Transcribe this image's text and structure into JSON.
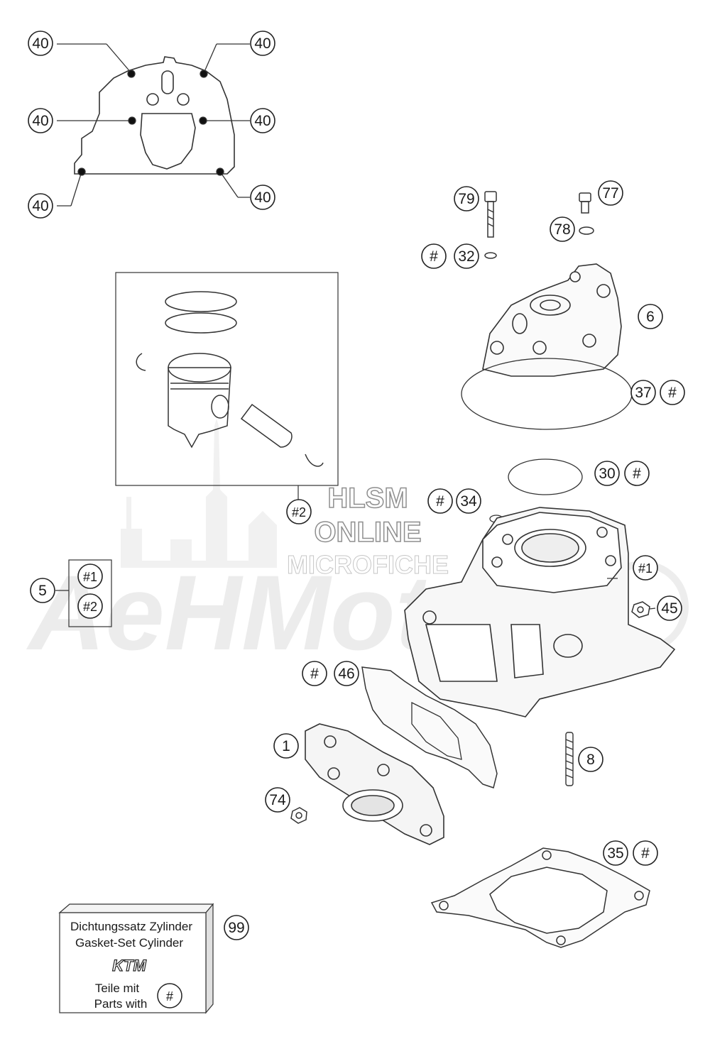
{
  "watermark": {
    "line1": "HLSM",
    "line2": "ONLINE",
    "line3": "MICROFICHE",
    "brand": "AeHMoto"
  },
  "callouts": {
    "c40_a": "40",
    "c40_b": "40",
    "c40_c": "40",
    "c40_d": "40",
    "c40_e": "40",
    "c40_f": "40",
    "c79": "79",
    "c77": "77",
    "c78": "78",
    "c32": "32",
    "c6": "6",
    "c37": "37",
    "c30": "30",
    "c34": "34",
    "ref2_top": "#2",
    "c5": "5",
    "ref1_box": "#1",
    "ref2_box": "#2",
    "ref1_cyl": "#1",
    "c45": "45",
    "c46": "46",
    "c1": "1",
    "c8": "8",
    "c74": "74",
    "c35": "35",
    "c99": "99",
    "hash": "#"
  },
  "gasket_box": {
    "line1": "Dichtungssatz Zylinder",
    "line2": "Gasket-Set Cylinder",
    "logo": "KTM",
    "line3": "Teile mit",
    "line4": "Parts with"
  }
}
